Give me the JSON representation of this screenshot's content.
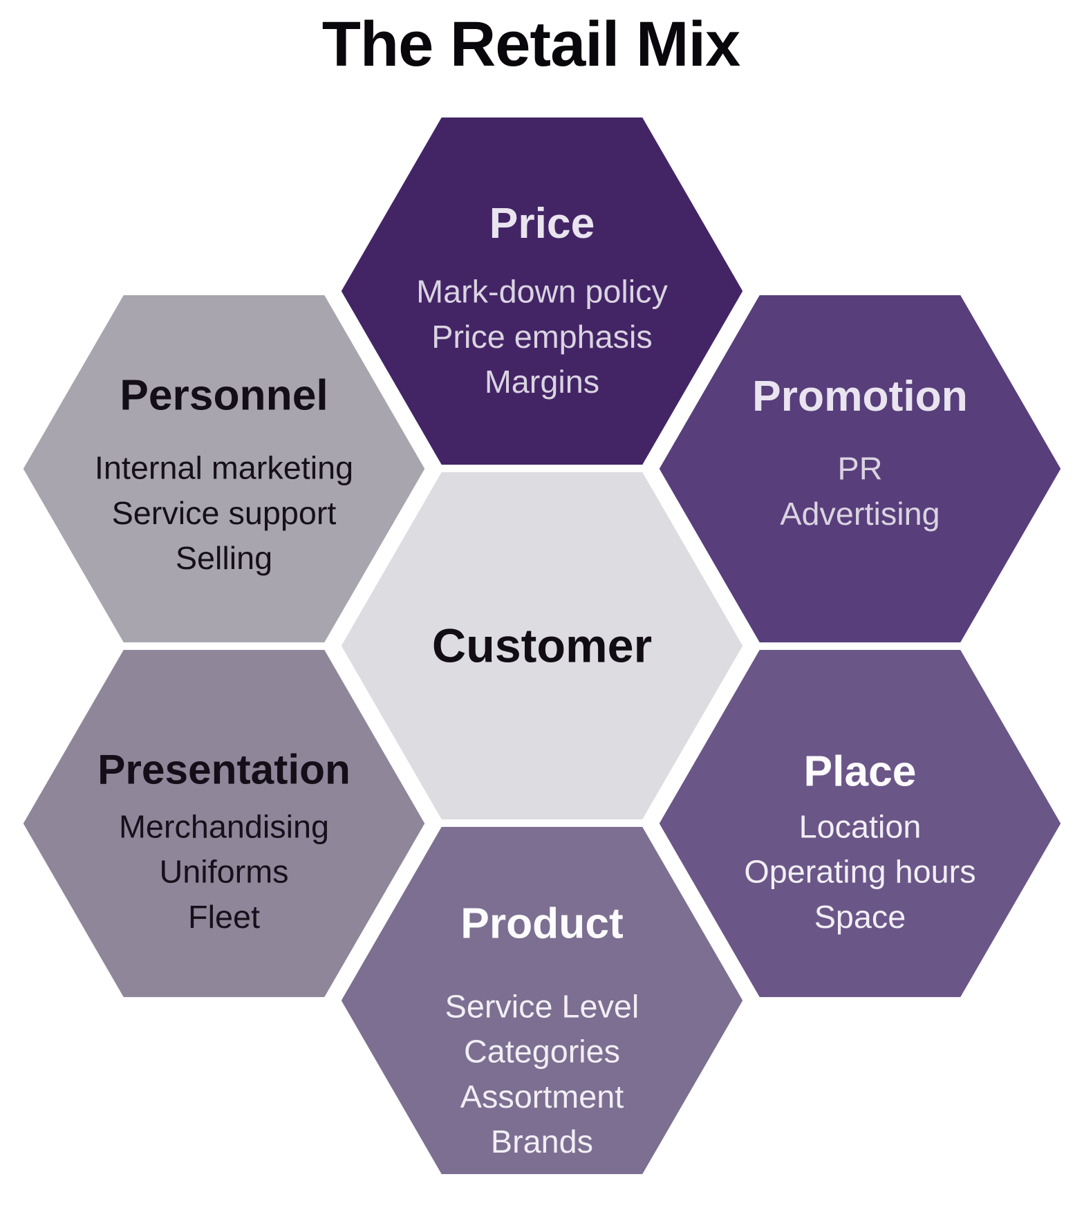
{
  "title": "The Retail Mix",
  "background": "#ffffff",
  "gap_color": "#ffffff",
  "hexagons": {
    "price": {
      "label": "Price",
      "lines": [
        "Mark-down policy",
        "Price emphasis",
        "Margins"
      ],
      "fill": "#432566",
      "label_color": "#e9e4ef",
      "lines_color": "#dad4e1"
    },
    "promotion": {
      "label": "Promotion",
      "lines": [
        "PR",
        "Advertising"
      ],
      "fill": "#583e7b",
      "label_color": "#e9e4ef",
      "lines_color": "#dad4e1"
    },
    "place": {
      "label": "Place",
      "lines": [
        "Location",
        "Operating hours",
        "Space"
      ],
      "fill": "#6b5688",
      "label_color": "#fcfbfd",
      "lines_color": "#f1eff5"
    },
    "product": {
      "label": "Product",
      "lines": [
        "Service Level",
        "Categories",
        "Assortment",
        "Brands"
      ],
      "fill": "#7c6f91",
      "label_color": "#fcfbfd",
      "lines_color": "#f1eff5"
    },
    "presentation": {
      "label": "Presentation",
      "lines": [
        "Merchandising",
        "Uniforms",
        "Fleet"
      ],
      "fill": "#8f8699",
      "label_color": "#140e18",
      "lines_color": "#16101a"
    },
    "personnel": {
      "label": "Personnel",
      "lines": [
        "Internal marketing",
        "Service support",
        "Selling"
      ],
      "fill": "#a8a5ae",
      "label_color": "#140e18",
      "lines_color": "#16101a"
    },
    "customer": {
      "label": "Customer",
      "fill": "#dddce0",
      "label_color": "#120d15"
    }
  }
}
